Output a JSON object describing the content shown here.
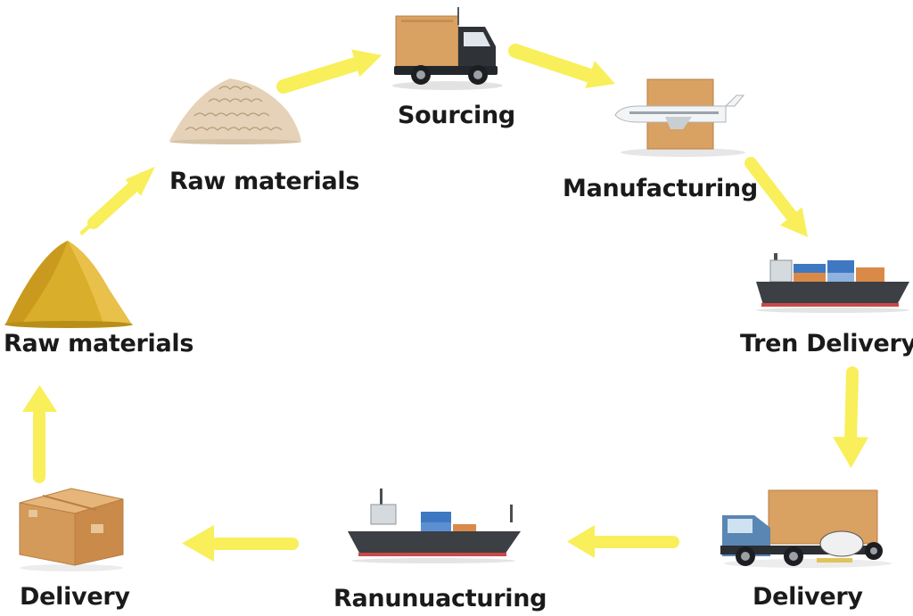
{
  "colors": {
    "arrow": "#f8ef5a",
    "box": "#d9a162",
    "hull": "#3c3f44",
    "truck_cab": "#2f3338",
    "sand": "#d9ae2a"
  },
  "stages": [
    {
      "label": "Sourcing",
      "icon": "box-truck-icon"
    },
    {
      "label": "Manufacturing",
      "icon": "cargo-plane-icon"
    },
    {
      "label": "Tren Delivery",
      "icon": "container-ship-icon"
    },
    {
      "label": "Delivery",
      "icon": "delivery-truck-icon"
    },
    {
      "label": "Ranunuacturing",
      "icon": "cargo-ship-icon"
    },
    {
      "label": "Delivery",
      "icon": "cardboard-box-icon"
    },
    {
      "label": "Raw materials",
      "icon": "sand-pile-icon"
    },
    {
      "label": "Raw materials",
      "icon": "gravel-pile-icon"
    }
  ]
}
